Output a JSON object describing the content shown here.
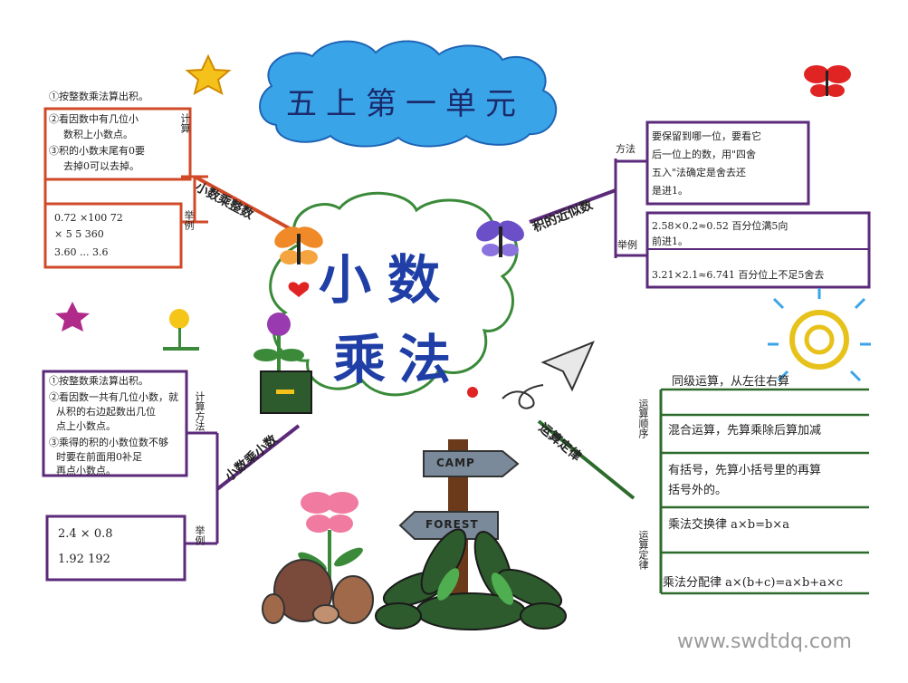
{
  "title": "五上第一单元",
  "center": {
    "line1": "小数",
    "line2": "乘法"
  },
  "top_left": {
    "branch": "小数乘整数",
    "method_label": "计算",
    "example_label": "举例",
    "lines": [
      "①按整数乘法算出积。",
      "②看因数中有几位小",
      "数积上小数点。",
      "③积的小数末尾有0要",
      "去掉0可以去掉。"
    ],
    "example_lines": [
      "0.72 ×100  72",
      "×   5  5  360",
      "3.60 ...  3.6"
    ]
  },
  "top_right": {
    "branch": "积的近似数",
    "method_label": "方法",
    "example_label": "举例",
    "lines": [
      "要保留到哪一位，要看它",
      "后一位上的数，用\"四舍",
      "五入\"法确定是舍去还",
      "是进1。"
    ],
    "example_lines": [
      "2.58×0.2≈0.52 百分位满5向",
      "前进1。",
      "3.21×2.1≈6.741 百分位上不足5舍去"
    ]
  },
  "bottom_left": {
    "branch": "小数乘小数",
    "method_label": "计算方法",
    "example_label": "举例",
    "lines": [
      "①按整数乘法算出积。",
      "②看因数一共有几位小数，就",
      "从积的右边起数出几位",
      "点上小数点。",
      "③乘得的积的小数位数不够",
      "时要在前面用0补足",
      "再点小数点。"
    ],
    "example_lines": [
      "2.4 × 0.8",
      "1.92    192"
    ]
  },
  "bottom_right": {
    "branch": "运算定律",
    "order_label": "运算顺序",
    "law_label": "运算定律",
    "lines": [
      "同级运算，从左往右算",
      "混合运算，先算乘除后算加减",
      "有括号，先算小括号里的再算",
      "括号外的。"
    ],
    "law_lines": [
      "乘法交换律  a×b=b×a",
      "乘法分配律  a×(b+c)=a×b+a×c"
    ]
  },
  "signs": {
    "camp": "CAMP",
    "forest": "FOREST"
  },
  "watermark": "www.swdtdq.com"
}
